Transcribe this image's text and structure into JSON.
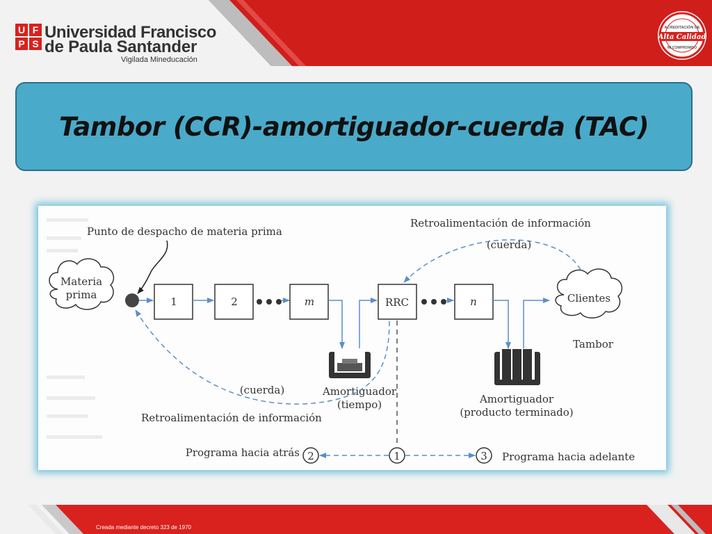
{
  "header": {
    "logo_mark_letters": [
      "U",
      "F",
      "P",
      "S"
    ],
    "logo_line1": "Universidad Francisco",
    "logo_line2": "de Paula Santander",
    "logo_subline": "Vigilada Mineducación",
    "badge_top": "ACREDITACIÓN DE",
    "badge_main": "Alta Calidad",
    "badge_bottom": "MI COMPROMISO"
  },
  "title": "Tambor (CCR)-amortiguador-cuerda (TAC)",
  "diagram": {
    "labels": {
      "dispatch_point": "Punto de despacho de materia prima",
      "raw_material_1": "Materia",
      "raw_material_2": "prima",
      "station_1": "1",
      "station_2": "2",
      "station_m": "m",
      "rrc": "RRC",
      "station_n": "n",
      "clients": "Clientes",
      "drum": "Tambor",
      "feedback_top": "Retroalimentación de información",
      "rope_top": "(cuerda)",
      "rope_bottom": "(cuerda)",
      "buffer_time_1": "Amortiguador",
      "buffer_time_2": "(tiempo)",
      "buffer_product_1": "Amortiguador",
      "buffer_product_2": "(producto terminado)",
      "feedback_bottom": "Retroalimentación de información",
      "schedule_back": "Programa hacia atrás",
      "schedule_forward": "Programa hacia adelante",
      "node_1": "1",
      "node_2": "2",
      "node_3": "3"
    }
  },
  "footer": {
    "text": "Creada mediante decreto 323 de 1970"
  },
  "colors": {
    "brand_red": "#d9211e",
    "title_blue": "#4aaac9",
    "figure_glow": "#53b4d7",
    "dashed_blue": "#5a8fc8"
  }
}
